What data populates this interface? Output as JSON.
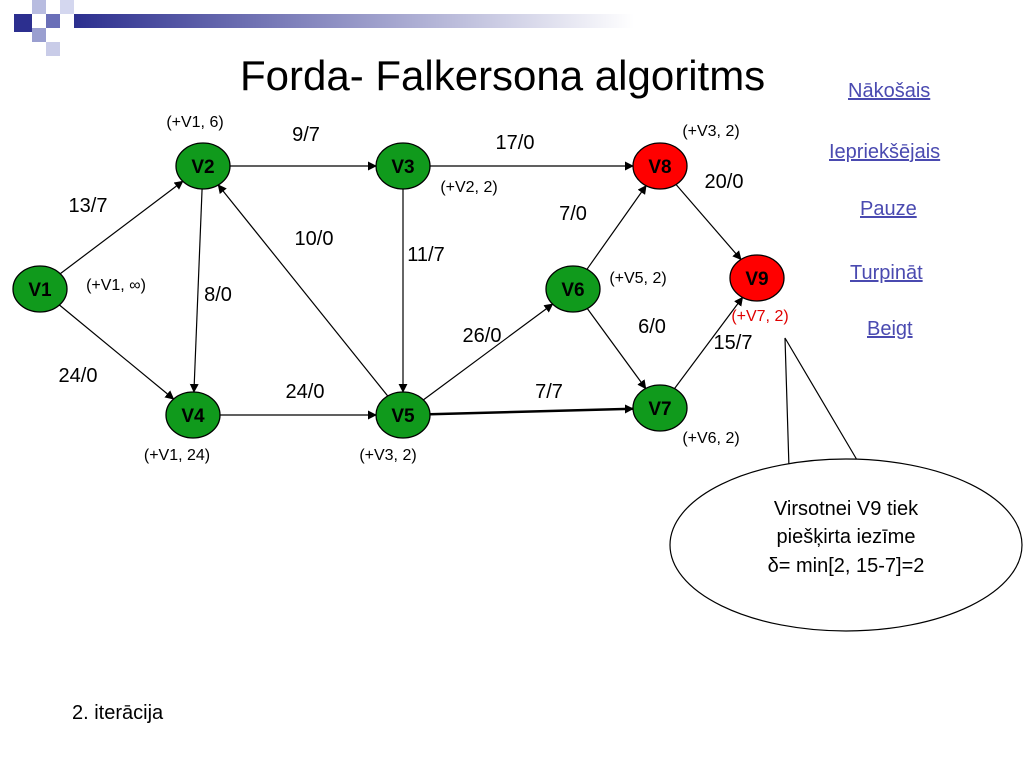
{
  "slide": {
    "title": "Forda- Falkersona algoritms",
    "footer": "2. iterācija",
    "nav": [
      "Nākošais",
      "Iepriekšējais",
      "Pauze ",
      "Turpināt ",
      "Beigt"
    ]
  },
  "colors": {
    "node_green": "#109a1c",
    "node_red": "#ff0000",
    "label_red": "#e00000",
    "nav_link": "#4a4ab0",
    "deco_navy": "#2c2f8f"
  },
  "graph": {
    "nodes": [
      {
        "id": "V1",
        "color": "green"
      },
      {
        "id": "V2",
        "color": "green"
      },
      {
        "id": "V3",
        "color": "green"
      },
      {
        "id": "V4",
        "color": "green"
      },
      {
        "id": "V5",
        "color": "green"
      },
      {
        "id": "V6",
        "color": "green"
      },
      {
        "id": "V7",
        "color": "green"
      },
      {
        "id": "V8",
        "color": "red"
      },
      {
        "id": "V9",
        "color": "red"
      }
    ],
    "edges": [
      {
        "from": "V1",
        "to": "V2",
        "label": "13/7"
      },
      {
        "from": "V1",
        "to": "V4",
        "label": "24/0"
      },
      {
        "from": "V2",
        "to": "V3",
        "label": "9/7"
      },
      {
        "from": "V2",
        "to": "V4",
        "label": "8/0"
      },
      {
        "from": "V5",
        "to": "V2",
        "label": "10/0"
      },
      {
        "from": "V3",
        "to": "V8",
        "label": "17/0"
      },
      {
        "from": "V3",
        "to": "V5",
        "label": "11/7"
      },
      {
        "from": "V4",
        "to": "V5",
        "label": "24/0"
      },
      {
        "from": "V5",
        "to": "V6",
        "label": "26/0"
      },
      {
        "from": "V5",
        "to": "V7",
        "label": "7/7"
      },
      {
        "from": "V6",
        "to": "V8",
        "label": "7/0"
      },
      {
        "from": "V6",
        "to": "V7",
        "label": "6/0"
      },
      {
        "from": "V8",
        "to": "V9",
        "label": "20/0"
      },
      {
        "from": "V7",
        "to": "V9",
        "label": "15/7"
      }
    ],
    "node_marks": [
      {
        "node": "V1",
        "text": "(+V1, ∞)"
      },
      {
        "node": "V2",
        "text": "(+V1, 6)"
      },
      {
        "node": "V3",
        "text": "(+V2, 2)"
      },
      {
        "node": "V4",
        "text": "(+V1, 24)"
      },
      {
        "node": "V5",
        "text": "(+V3, 2)"
      },
      {
        "node": "V6",
        "text": "(+V5, 2)"
      },
      {
        "node": "V7",
        "text": "(+V6, 2)"
      },
      {
        "node": "V8",
        "text": "(+V3, 2)"
      },
      {
        "node": "V9",
        "text": "(+V7, 2)",
        "highlight": true
      }
    ]
  },
  "callout": {
    "lines": [
      "Virsotnei V9 tiek",
      "piešķirta iezīme",
      "δ= min[2, 15-7]=2"
    ]
  }
}
